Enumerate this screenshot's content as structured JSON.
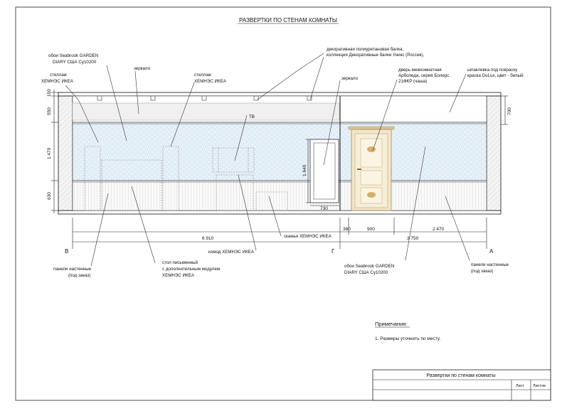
{
  "title": "РАЗВЕРТКИ ПО СТЕНАМ КОМНАТЫ",
  "colors": {
    "wallpaper": "#e6f1f8",
    "door": "#f2e6c9",
    "door_frame": "#d9c49a",
    "line": "#111111"
  },
  "labels": {
    "wallpaper_top_1": "обои Seabrook GARDEN",
    "wallpaper_top_2": "DIARY США Су10200",
    "shelf_left_1": "стеллаж",
    "shelf_left_2": "ХЕМНЭС ИКЕА",
    "mirror_top": "зеркало",
    "shelf_mid_1": "стеллаж",
    "shelf_mid_2": "ХЕМНЭС ИКЕА",
    "beam_1": "декоративная  полиуретановая балка,",
    "beam_2": "коллекция  Декоративные балки Уникс (Россия),",
    "mirror_right": "зеркало",
    "door_1": "дверь межкомнатная",
    "door_2": "Арболеда, серия Болерс.",
    "door_3": "21ФКР (чаша)",
    "putty_1": "шпаклевка под покраску",
    "putty_2": "краска DuLux, цвет - белый",
    "tv": "ТВ",
    "bench": "скамья ХЕМНЭС ИКЕА",
    "dresser": "комод ХЕМНЭС ИКЕА",
    "desk_1": "стол письменный",
    "desk_2": "с дополнительным модулем",
    "desk_3": "ХЕМНЭС ИКЕА",
    "panels_left_1": "панели настенные",
    "panels_left_2": "(под заказ)",
    "wallpaper_bottom_1": "обои Seabrook GARDEN",
    "wallpaper_bottom_2": "DIARY США Су10200",
    "panels_right_1": "панели настенные",
    "panels_right_2": "(под заказ)"
  },
  "dimensions": {
    "v_150": "150",
    "v_550": "550",
    "v_1470": "1 470",
    "v_630": "630",
    "v_700": "700",
    "v_1640": "1 640",
    "h_730": "730",
    "h_380": "380",
    "h_900": "900",
    "h_2470": "2 470",
    "h_6910": "6 910",
    "h_3750": "3 750"
  },
  "axes": {
    "left": "В",
    "mid": "Г",
    "right": "А"
  },
  "notes": {
    "heading": "Примечания:",
    "item_1": "1. Размеры уточнить по месту."
  },
  "stamp": {
    "title": "Развертки по стенам комнаты",
    "sheet": "Лист",
    "sheets": "Листов"
  }
}
